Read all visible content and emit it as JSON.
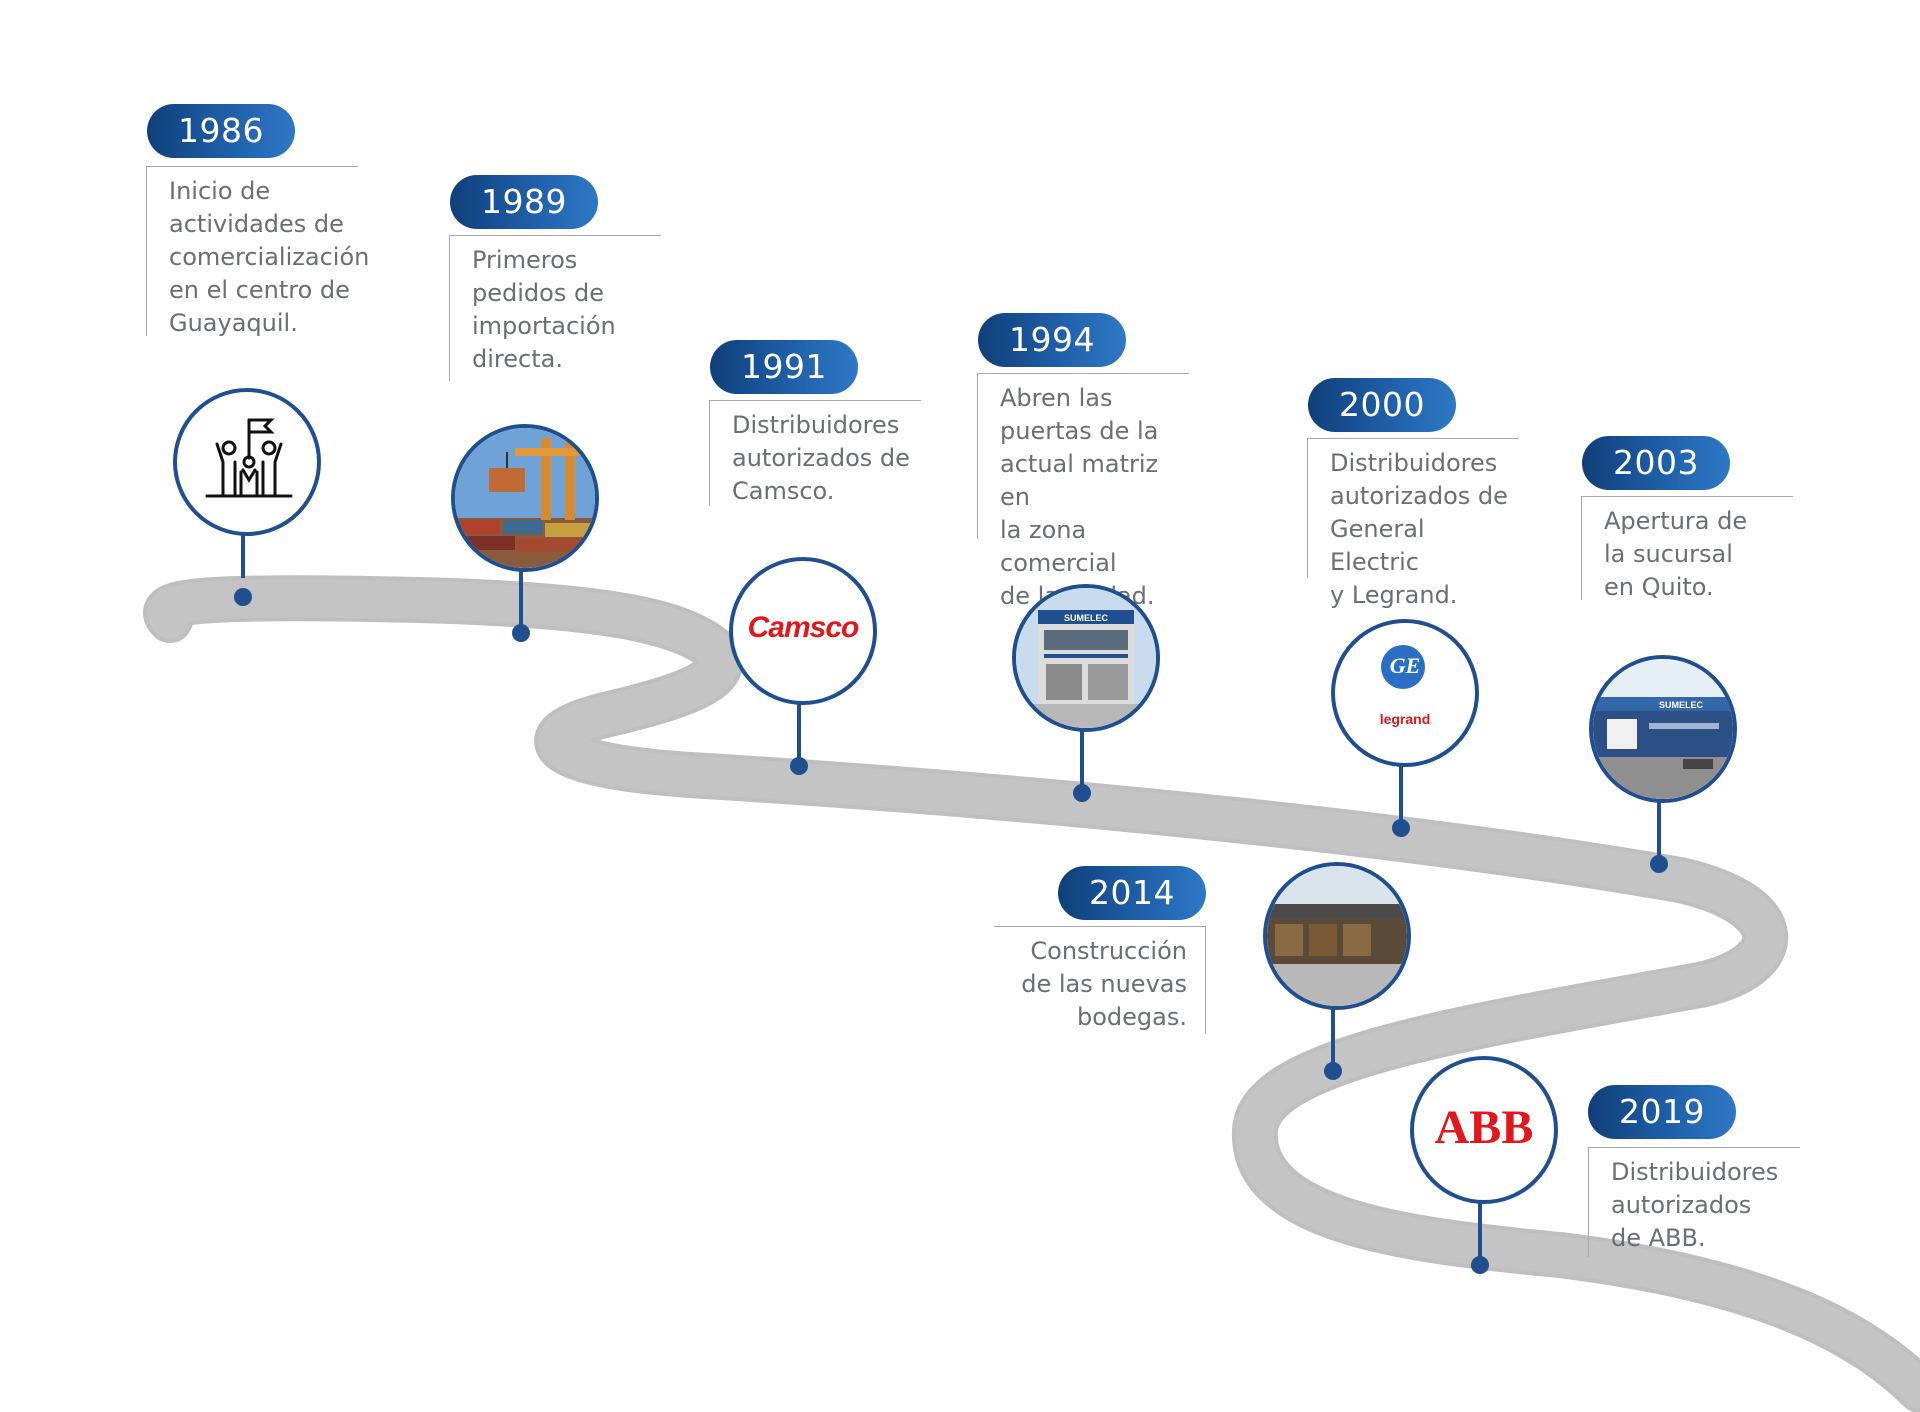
{
  "events": [
    {
      "year": "1986",
      "text": "Inicio de\nactividades de\ncomercialización\nen el centro de\nGuayaquil.",
      "icon": "team-flag-icon"
    },
    {
      "year": "1989",
      "text": "Primeros\npedidos de\nimportación\ndirecta.",
      "icon": "port-cranes-photo"
    },
    {
      "year": "1991",
      "text": "Distribuidores\nautorizados de\nCamsco.",
      "icon": "camsco-logo"
    },
    {
      "year": "1994",
      "text": "Abren las\npuertas de la\nactual matriz en\nla zona comercial\nde la ciudad.",
      "icon": "headquarters-photo"
    },
    {
      "year": "2000",
      "text": "Distribuidores\nautorizados de\nGeneral Electric\ny Legrand.",
      "icon": "ge-legrand-logo"
    },
    {
      "year": "2003",
      "text": "Apertura de\nla sucursal\nen Quito.",
      "icon": "quito-branch-photo"
    },
    {
      "year": "2014",
      "text": "Construcción\nde las nuevas\nbodegas.",
      "icon": "warehouse-photo"
    },
    {
      "year": "2019",
      "text": "Distribuidores\nautorizados\nde ABB.",
      "icon": "abb-logo"
    }
  ],
  "logos": {
    "camsco": "Camsco",
    "ge": "GE",
    "legrand": "legrand",
    "abb": "ABB",
    "sumelec": "SUMELEC"
  },
  "colors": {
    "accent": "#1f4f8f",
    "pill_start": "#0f3f7a",
    "pill_end": "#2e78c6",
    "road": "#bfbfbf",
    "text": "#6b6e73",
    "brand_red": "#e3161b"
  }
}
